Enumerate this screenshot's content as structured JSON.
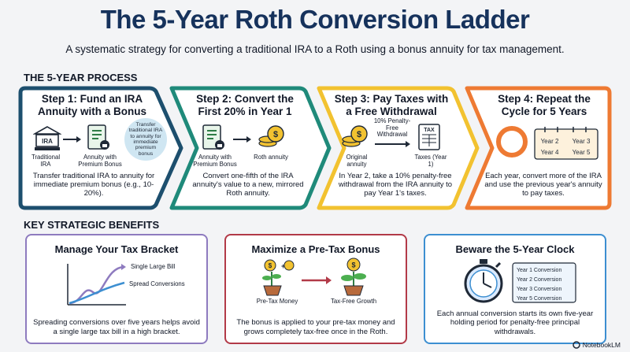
{
  "header": {
    "title": "The 5-Year Roth Conversion Ladder",
    "subtitle": "A systematic strategy for converting a traditional IRA to a Roth using a bonus annuity for tax management."
  },
  "process": {
    "heading": "THE 5-YEAR PROCESS",
    "steps": [
      {
        "title": "Step 1: Fund an IRA Annuity with a Bonus",
        "labels": [
          "Traditional IRA",
          "Annuity with Premium Bonus"
        ],
        "bubble": "Transfer traditional IRA to annuity for immediate premium bonus",
        "icon_text": "IRA",
        "text": "Transfer traditional IRA to annuity for immediate premium bonus (e.g., 10-20%).",
        "color": "#1d4f6e"
      },
      {
        "title": "Step 2: Convert the First 20% in Year 1",
        "labels": [
          "Annuity with Premium Bonus",
          "Roth annuity"
        ],
        "text": "Convert one-fifth of the IRA annuity's value to a new, mirrored Roth annuity.",
        "color": "#1f8a7a"
      },
      {
        "title": "Step 3: Pay Taxes with a Free Withdrawal",
        "labels": [
          "Original annuity",
          "10% Penalty-Free Withdrawal",
          "Taxes (Year 1)"
        ],
        "icon_text": "TAX",
        "text": "In Year 2, take a 10% penalty-free withdrawal from the IRA annuity to pay Year 1's taxes.",
        "color": "#f2c230"
      },
      {
        "title": "Step 4: Repeat the Cycle for 5 Years",
        "labels": [
          "Year 2",
          "Year 3",
          "Year 4",
          "Year 5"
        ],
        "text": "Each year, convert more of the IRA and use the previous year's annuity to pay taxes.",
        "color": "#ee7a33"
      }
    ]
  },
  "benefits": {
    "heading": "KEY STRATEGIC BENEFITS",
    "cards": [
      {
        "title": "Manage Your Tax Bracket",
        "labels": [
          "Single Large Bill",
          "Spread Conversions"
        ],
        "text": "Spreading conversions over five years helps avoid a single large tax bill in a high bracket.",
        "color": "#8e7bbf"
      },
      {
        "title": "Maximize a Pre-Tax Bonus",
        "labels": [
          "Pre-Tax Money",
          "Tax-Free Growth"
        ],
        "text": "The bonus is applied to your pre-tax money and grows completely tax-free once in the Roth.",
        "color": "#b23a48"
      },
      {
        "title": "Beware the 5-Year Clock",
        "labels": [
          "Year 1 Conversion",
          "Year 2 Conversion",
          "Year 3 Conversion",
          "Year 5 Conversion"
        ],
        "text": "Each annual conversion starts its own five-year holding period for penalty-free principal withdrawals.",
        "color": "#3d8fd1"
      }
    ]
  },
  "footer": {
    "brand": "NotebookLM"
  }
}
